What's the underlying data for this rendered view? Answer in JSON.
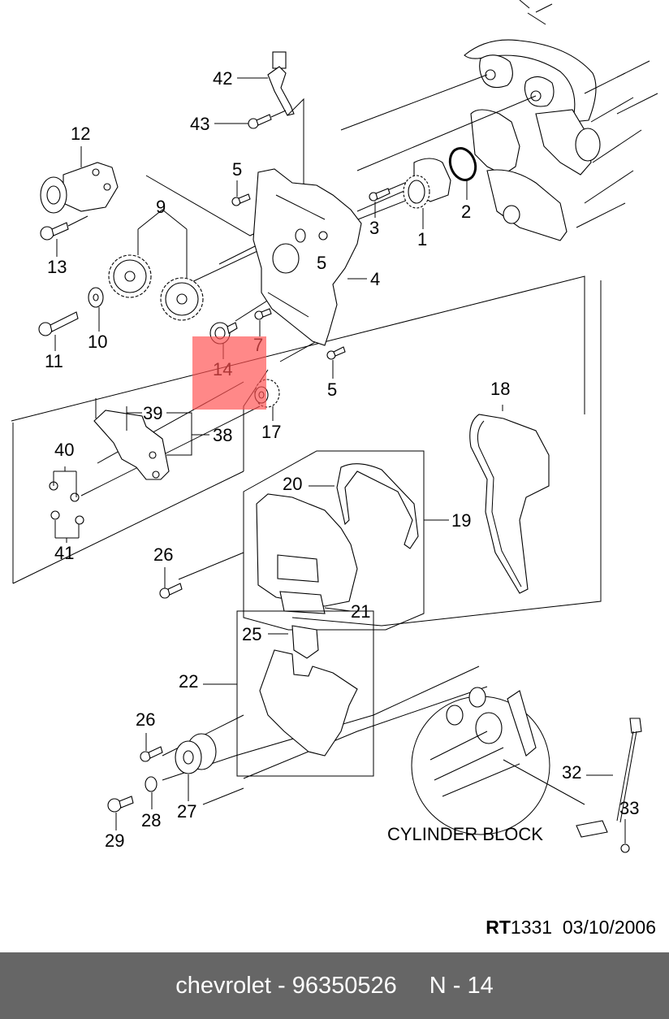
{
  "diagram": {
    "title_caption": "CYLINDER BLOCK",
    "highlight_color": "#FF8585",
    "highlighted_callout": "14",
    "callouts": [
      {
        "id": "42",
        "name": "callout-42"
      },
      {
        "id": "43",
        "name": "callout-43"
      },
      {
        "id": "12",
        "name": "callout-12"
      },
      {
        "id": "5",
        "name": "callout-5-top"
      },
      {
        "id": "9",
        "name": "callout-9"
      },
      {
        "id": "3",
        "name": "callout-3"
      },
      {
        "id": "2",
        "name": "callout-2"
      },
      {
        "id": "1",
        "name": "callout-1"
      },
      {
        "id": "13",
        "name": "callout-13"
      },
      {
        "id": "5",
        "name": "callout-5-mid"
      },
      {
        "id": "4",
        "name": "callout-4"
      },
      {
        "id": "10",
        "name": "callout-10"
      },
      {
        "id": "11",
        "name": "callout-11"
      },
      {
        "id": "7",
        "name": "callout-7"
      },
      {
        "id": "14",
        "name": "callout-14"
      },
      {
        "id": "5",
        "name": "callout-5-low"
      },
      {
        "id": "18",
        "name": "callout-18"
      },
      {
        "id": "39",
        "name": "callout-39"
      },
      {
        "id": "38",
        "name": "callout-38"
      },
      {
        "id": "17",
        "name": "callout-17"
      },
      {
        "id": "40",
        "name": "callout-40"
      },
      {
        "id": "20",
        "name": "callout-20"
      },
      {
        "id": "19",
        "name": "callout-19"
      },
      {
        "id": "41",
        "name": "callout-41"
      },
      {
        "id": "26",
        "name": "callout-26-top"
      },
      {
        "id": "21",
        "name": "callout-21"
      },
      {
        "id": "25",
        "name": "callout-25"
      },
      {
        "id": "22",
        "name": "callout-22"
      },
      {
        "id": "26",
        "name": "callout-26-low"
      },
      {
        "id": "32",
        "name": "callout-32"
      },
      {
        "id": "33",
        "name": "callout-33"
      },
      {
        "id": "28",
        "name": "callout-28"
      },
      {
        "id": "27",
        "name": "callout-27"
      },
      {
        "id": "29",
        "name": "callout-29"
      }
    ]
  },
  "reference": {
    "prefix": "RT",
    "number": "1331",
    "date": "03/10/2006"
  },
  "footer": {
    "brand": "chevrolet",
    "part_number": "96350526",
    "position_code": "N - 14",
    "text_left": "chevrolet - 96350526",
    "background_color": "#666666"
  }
}
